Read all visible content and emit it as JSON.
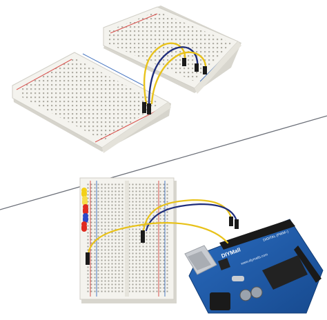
{
  "board": {
    "brand_text": "DIYMall",
    "url_text": "www.diymalls.com",
    "pin_label": "DIGITAL (PWM~)"
  },
  "colors": {
    "background": "#ffffff",
    "breadboard": "#f4f3ee",
    "breadboard_shadow": "#d9d7cf",
    "hole": "#9a978c",
    "rail_red": "#d9534f",
    "rail_blue": "#4a78c2",
    "wire_yellow": "#e8c21a",
    "wire_blue": "#1f2d7a",
    "wire_black": "#1a1a1a",
    "pcb_blue": "#1d5aa8",
    "header_black": "#1a1a1a",
    "chip_black": "#222222",
    "usb_silver": "#c9ccd1",
    "led_red": "#e02a1f",
    "led_yellow": "#f3d019",
    "led_blue": "#2b48c9",
    "divider": "#6b6f78"
  }
}
